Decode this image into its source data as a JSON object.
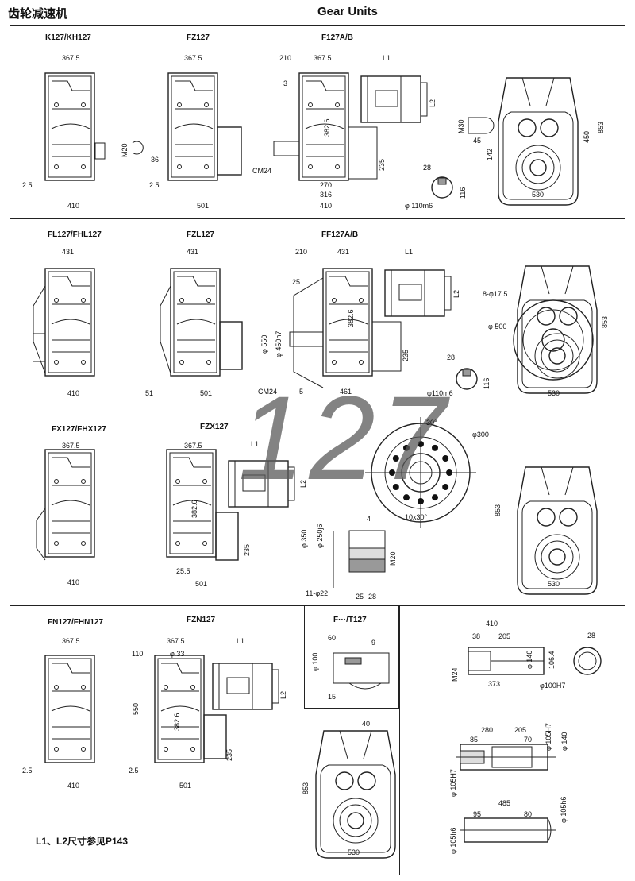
{
  "header": {
    "title_cn": "齿轮减速机",
    "title_en": "Gear Units"
  },
  "watermark": "127",
  "note": "L1、L2尺寸参见P143",
  "sections": {
    "row1": {
      "k127": {
        "label": "K127/KH127",
        "d_top": "367.5",
        "d_bot": "410",
        "d_left": "2.5"
      },
      "fz127": {
        "label": "FZ127",
        "d_top": "367.5",
        "d_bot": "501",
        "d_left": "2.5",
        "d_shaft": "36",
        "d_m": "M20"
      },
      "f127ab": {
        "label": "F127A/B",
        "d_210": "210",
        "d_3675": "367.5",
        "d_l1": "L1",
        "d_3": "3",
        "d_l2": "L2",
        "d_3826": "382.6",
        "d_235": "235",
        "d_270": "270",
        "d_316": "316",
        "d_410": "410",
        "d_cm24": "CM24",
        "d_28": "28",
        "d_116": "116",
        "d_phi": "φ 110m6"
      },
      "front1": {
        "d_m30": "M30",
        "d_45": "45",
        "d_142": "142",
        "d_450": "450",
        "d_853": "853",
        "d_530": "530"
      }
    },
    "row2": {
      "fl127": {
        "label": "FL127/FHL127",
        "d_top": "431",
        "d_bot": "410"
      },
      "fzl127": {
        "label": "FZL127",
        "d_top": "431",
        "d_bot": "501",
        "d_51": "51"
      },
      "ff127ab": {
        "label": "FF127A/B",
        "d_210": "210",
        "d_431": "431",
        "d_l1": "L1",
        "d_25": "25",
        "d_l2": "L2",
        "d_3826": "382.6",
        "d_550": "φ 550",
        "d_450h7": "φ 450h7",
        "d_235": "235",
        "d_cm24": "CM24",
        "d_5": "5",
        "d_461": "461",
        "d_28": "28",
        "d_116": "116",
        "d_phi": "φ110m6"
      },
      "front2": {
        "d_holes": "8-φ17.5",
        "d_500": "φ 500",
        "d_853": "853",
        "d_530": "530"
      }
    },
    "row3": {
      "fx127": {
        "label": "FX127/FHX127",
        "d_top": "367.5",
        "d_bot": "410"
      },
      "fzx127": {
        "label": "FZX127",
        "d_3675": "367.5",
        "d_l1": "L1",
        "d_l2": "L2",
        "d_3826": "382.6",
        "d_235": "235",
        "d_255": "25.5",
        "d_501": "501"
      },
      "flange": {
        "d_30": "30°",
        "d_300": "φ300",
        "d_10x30": "10x30°",
        "d_350": "φ 350",
        "d_250": "φ 250j6",
        "d_4": "4",
        "d_m20": "M20",
        "d_11": "11-φ22",
        "d_25": "25",
        "d_28": "28"
      },
      "front3": {
        "d_853": "853",
        "d_530": "530"
      }
    },
    "row4": {
      "fn127": {
        "label": "FN127/FHN127",
        "d_top": "367.5",
        "d_bot": "410",
        "d_25": "2.5"
      },
      "fzn127": {
        "label": "FZN127",
        "d_110": "110",
        "d_33": "φ 33",
        "d_3675": "367.5",
        "d_l1": "L1",
        "d_l2": "L2",
        "d_550": "550",
        "d_3826": "382.6",
        "d_235": "235",
        "d_25": "2.5",
        "d_501": "501"
      },
      "ft127": {
        "label": "F···/T127",
        "d_60": "60",
        "d_9": "9",
        "d_100": "φ 100",
        "d_15": "15"
      },
      "front4": {
        "d_40": "40",
        "d_853": "853",
        "d_530": "530"
      },
      "shaft1": {
        "d_410": "410",
        "d_38": "38",
        "d_205": "205",
        "d_28": "28",
        "d_m24": "M24",
        "d_140": "φ 140",
        "d_1064": "106.4",
        "d_373": "373",
        "d_100h7": "φ100H7"
      },
      "shaft2": {
        "d_280": "280",
        "d_205": "205",
        "d_85": "85",
        "d_70": "70",
        "d_105h7a": "φ 105H7",
        "d_140": "φ 140",
        "d_105h7b": "φ 105H7"
      },
      "shaft3": {
        "d_485": "485",
        "d_95": "95",
        "d_80": "80",
        "d_105h6a": "φ 105h6",
        "d_105h6b": "φ 105h6"
      }
    }
  }
}
